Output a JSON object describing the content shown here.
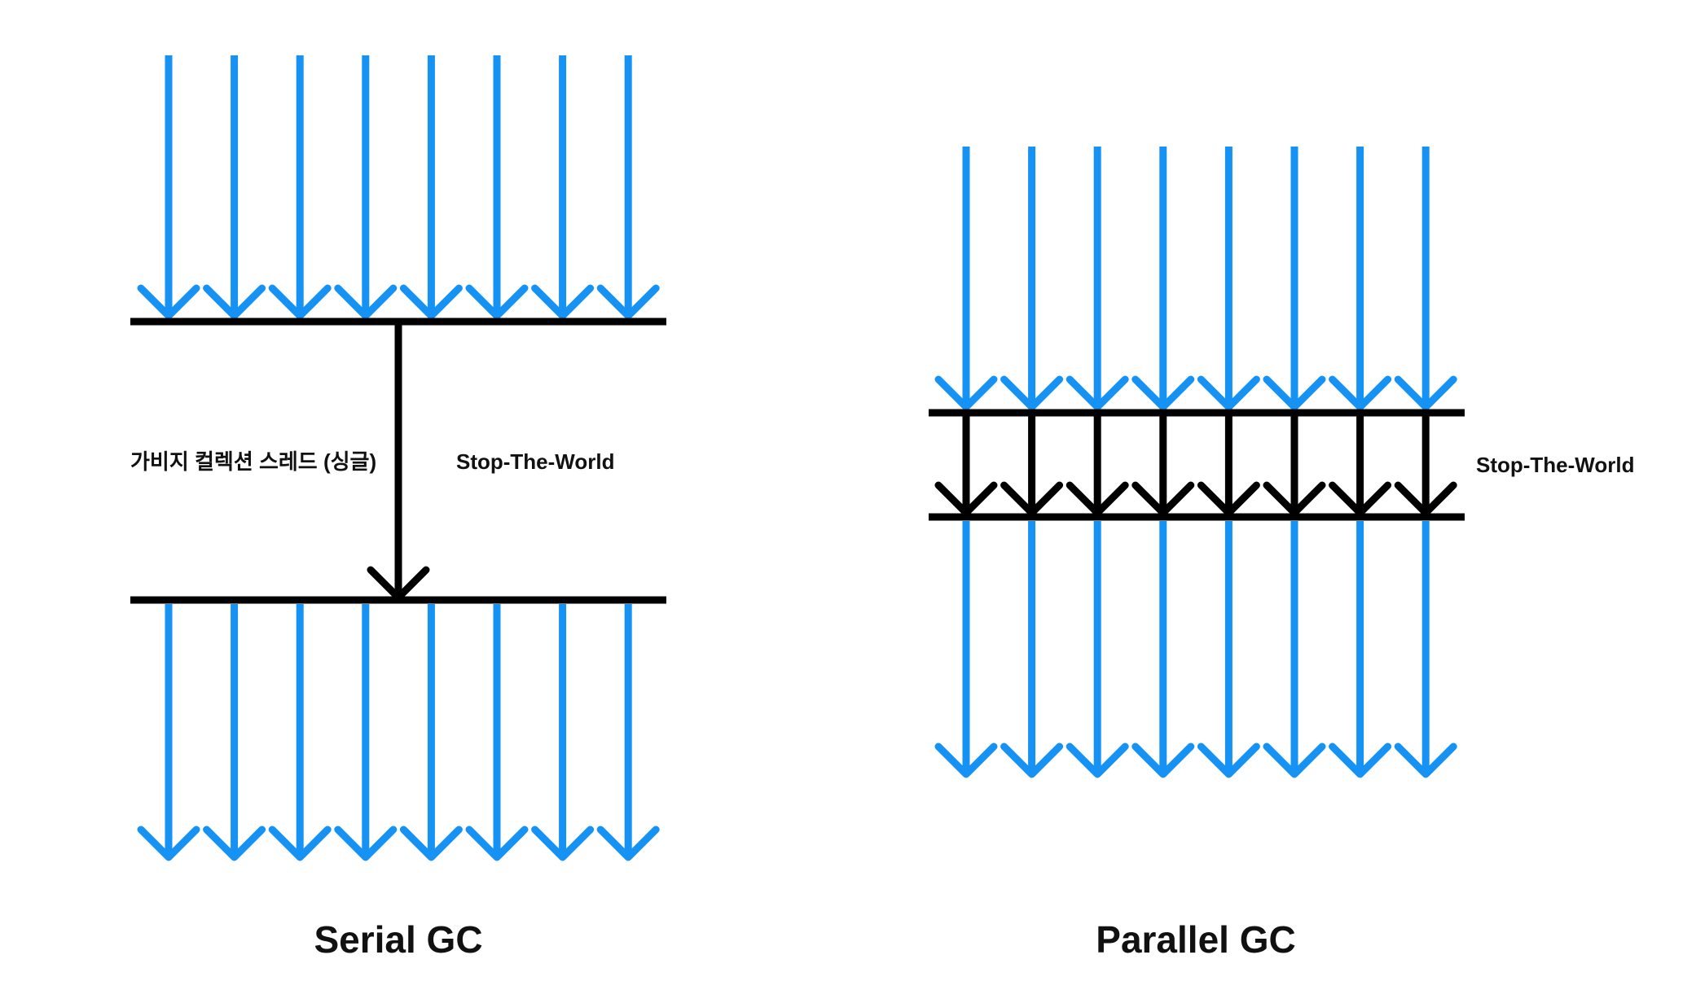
{
  "colors": {
    "app_thread": "#1592f3",
    "gc_thread": "#000000",
    "background": "#ffffff"
  },
  "serial": {
    "title": "Serial GC",
    "gc_thread_label": "가비지 컬렉션 스레드 (싱글)",
    "stw_label": "Stop-The-World",
    "app_threads_before": 8,
    "gc_threads": 1,
    "app_threads_after": 8
  },
  "parallel": {
    "title": "Parallel GC",
    "stw_label": "Stop-The-World",
    "app_threads_before": 8,
    "gc_threads": 8,
    "app_threads_after": 8
  }
}
